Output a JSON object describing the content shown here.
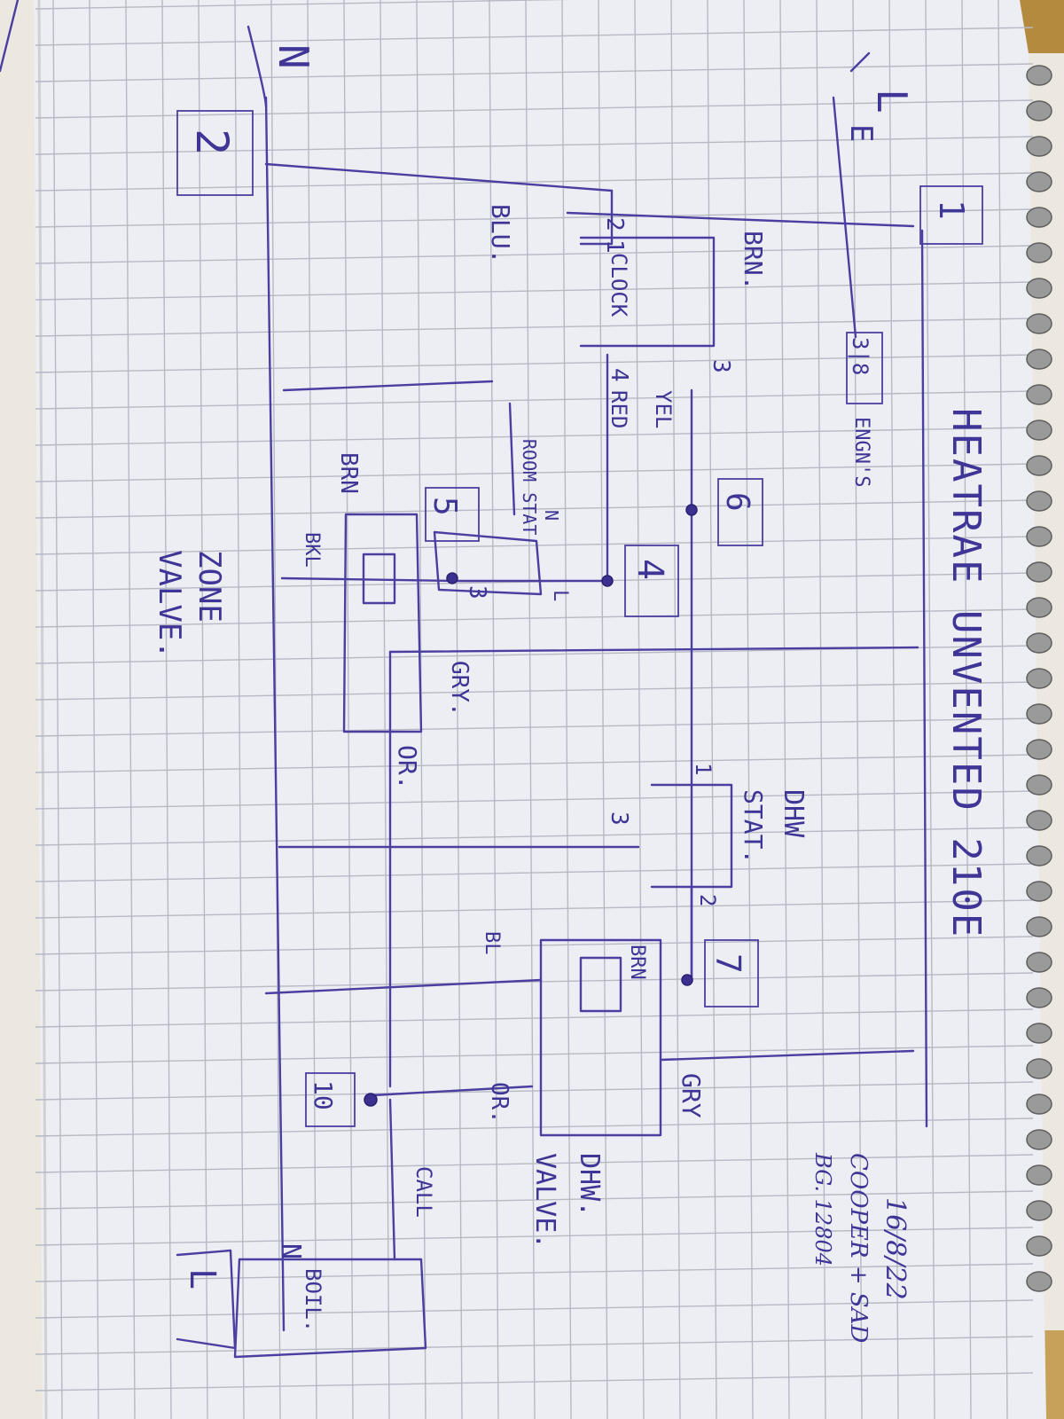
{
  "title": "HEATRAE UNVENTED 210E",
  "notes": {
    "date": "16/8/22",
    "line2": "COOPER + SAD",
    "line3": "BG. 12804"
  },
  "mains": {
    "live": "L",
    "neutral": "N",
    "earth": "E"
  },
  "terminals": {
    "t1": "1",
    "t2": "2",
    "t3": "3",
    "t4": "4",
    "t5": "5",
    "t6": "6",
    "t7": "7",
    "t8": "8",
    "t10": "10",
    "tL": "L",
    "t38": "3|8"
  },
  "labels": {
    "clock": "CLOCK",
    "brn": "BRN.",
    "blu": "BLU.",
    "yel": "YEL",
    "red": "RED",
    "engineers": "ENGN'S",
    "room_stat": "ROOM STAT",
    "room_n": "N",
    "room_l": "L",
    "brn_zone": "BRN",
    "bkl": "BKL",
    "gry_zone": "GRY.",
    "or_zone": "OR.",
    "zone_valve_1": "ZONE",
    "zone_valve_2": "VALVE.",
    "dhw_stat_1": "DHW",
    "dhw_stat_2": "STAT.",
    "bl": "BL",
    "brn_dhw": "BRN",
    "gry_dhw": "GRY",
    "or_dhw": "OR.",
    "dhw_valve_1": "DHW.",
    "dhw_valve_2": "VALVE.",
    "call": "CALL",
    "boil": "BOIL.",
    "boil_n": "N",
    "num1": "1",
    "num2": "2",
    "num3a": "3",
    "num4": "4",
    "num3b": "3",
    "num1b": "1",
    "num2b": "2",
    "num3c": "3"
  },
  "colors": {
    "ink": "#4a3fa0",
    "paper": "#eceef3",
    "grid": "#b6b9c4"
  }
}
